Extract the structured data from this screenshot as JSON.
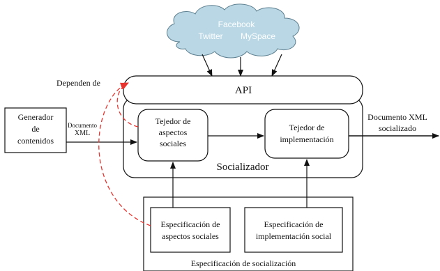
{
  "cloud": {
    "line1": "Facebook",
    "line2_left": "Twitter",
    "line2_right": "MySpace",
    "fill": "#b9d7e5",
    "text_color": "#ffffff"
  },
  "api": {
    "label": "API"
  },
  "depend_label": "Dependen de",
  "generator": {
    "line1": "Generador",
    "line2": "de",
    "line3": "contenidos"
  },
  "input_doc": {
    "line1": "Documento",
    "line2": "XML"
  },
  "tejedor_aspectos": {
    "line1": "Tejedor de",
    "line2": "aspectos",
    "line3": "sociales"
  },
  "tejedor_impl": {
    "line1": "Tejedor de",
    "line2": "implementación"
  },
  "socializador": {
    "label": "Socializador"
  },
  "output_doc": {
    "line1": "Documento XML",
    "line2": "socializado"
  },
  "spec_aspectos": {
    "line1": "Especificación de",
    "line2": "aspectos sociales"
  },
  "spec_impl": {
    "line1": "Especificación de",
    "line2": "implementación social"
  },
  "spec_container": {
    "label": "Especificación de socialización"
  },
  "colors": {
    "dashed_arrow": "#e8342f",
    "stroke": "#111111"
  }
}
